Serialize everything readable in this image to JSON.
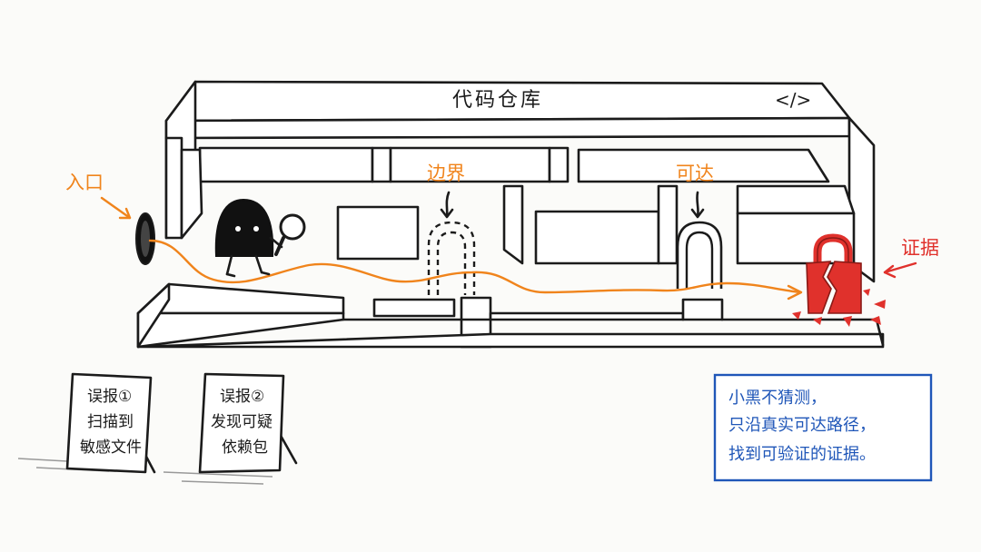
{
  "repo": {
    "title": "代码仓库",
    "code_icon": "</>"
  },
  "labels": {
    "entrance": "入口",
    "boundary": "边界",
    "reachable": "可达",
    "evidence": "证据"
  },
  "signs": [
    {
      "title": "误报①",
      "lines": [
        "扫描到",
        "敏感文件"
      ]
    },
    {
      "title": "误报②",
      "lines": [
        "发现可疑",
        "依赖包"
      ]
    }
  ],
  "note": {
    "lines": [
      "小黑不猜测，",
      "只沿真实可达路径，",
      "找到可验证的证据。"
    ]
  },
  "colors": {
    "path": "#f0841c",
    "evidence": "#e0312c",
    "note": "#1f56b8",
    "ink": "#1b1b1b"
  },
  "icons": [
    "magnifier-icon",
    "code-icon",
    "broken-lock-icon",
    "arrow-icon"
  ]
}
